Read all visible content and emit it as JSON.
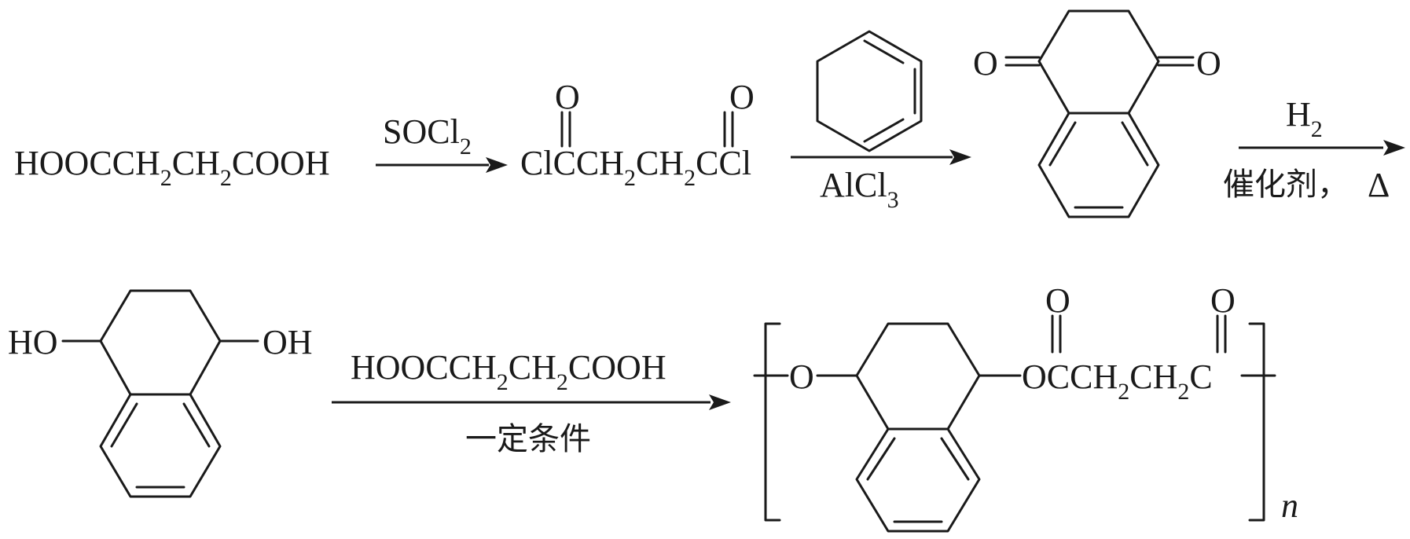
{
  "row1": {
    "reactant": {
      "a": "HOOCCH",
      "s1": "2",
      "b": "CH",
      "s2": "2",
      "c": "COOH"
    },
    "step1": {
      "reagent": "SOCl",
      "reagent_sub": "2"
    },
    "intermediate": {
      "o1": "O",
      "o2": "O",
      "a": "ClCCH",
      "s1": "2",
      "b": "CH",
      "s2": "2",
      "c": "CCl"
    },
    "step2": {
      "reagent": "AlCl",
      "reagent_sub": "3"
    },
    "tetralone": {
      "o_left": "O",
      "o_right": "O"
    },
    "step3": {
      "reagent": "H",
      "reagent_sub": "2",
      "conditions": "催化剂，",
      "heat": "Δ"
    }
  },
  "row2": {
    "diol": {
      "ho": "HO",
      "oh": "OH"
    },
    "step4": {
      "a": "HOOCCH",
      "s1": "2",
      "b": "CH",
      "s2": "2",
      "c": "COOH",
      "conditions": "一定条件"
    },
    "polymer": {
      "o_ether": "O",
      "o_top1": "O",
      "o_top2": "O",
      "a": "OCCH",
      "s1": "2",
      "b": "CH",
      "s2": "2",
      "c": "C",
      "n": "n"
    }
  }
}
